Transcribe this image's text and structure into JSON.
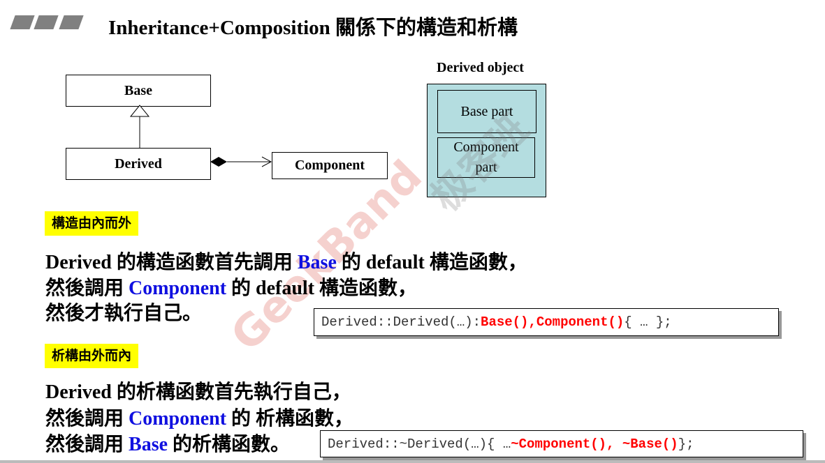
{
  "title": "Inheritance+Composition 關係下的構造和析構",
  "diagram": {
    "base": "Base",
    "derived": "Derived",
    "component": "Component",
    "object_label": "Derived object",
    "base_part": "Base part",
    "component_part": "Component part"
  },
  "construct": {
    "tag": "構造由內而外",
    "l1": [
      "Derived",
      " 的構造函數首先調用 ",
      "Base",
      " 的 default 構造函數，"
    ],
    "l2": [
      "然後調用 ",
      "Component",
      " 的 default 構造函數，"
    ],
    "l3": "然後才執行自己。",
    "code": [
      "Derived::Derived(…): ",
      "Base(),Component()",
      " { … };"
    ]
  },
  "destruct": {
    "tag": "析構由外而內",
    "l1": [
      "Derived",
      " 的析構函數首先執行自己，"
    ],
    "l2": [
      "然後調用 ",
      "Component",
      " 的 析構函數，"
    ],
    "l3": [
      "然後調用 ",
      "Base",
      " 的析構函數。"
    ],
    "code": [
      "Derived::~Derived(…){ … ",
      "~Component(), ~Base()",
      " };"
    ]
  },
  "watermark": {
    "text": "GeekBand",
    "text2": "极客班"
  },
  "colors": {
    "highlight": "#ffff00",
    "keyword": "#1010e0",
    "code_accent": "#ff0000",
    "object_fill": "#b4dde0"
  }
}
